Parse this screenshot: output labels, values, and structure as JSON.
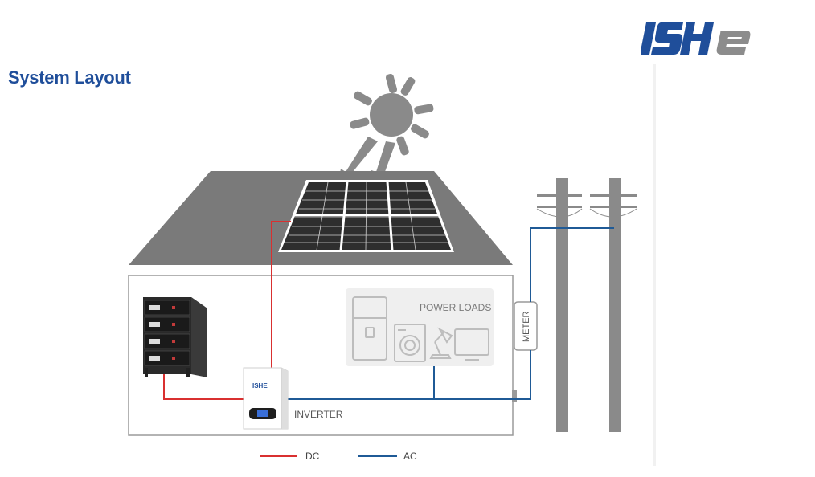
{
  "brand": {
    "logo_text": "ISHE",
    "brand_blue": "#1f4e9a",
    "brand_gray": "#8c8c8c"
  },
  "header": {
    "title": "System Layout"
  },
  "diagram": {
    "power_loads_label": "POWER LOADS",
    "meter_label": "METER",
    "inverter_label": "INVERTER",
    "dc_color": "#d93030",
    "ac_color": "#1f5a96",
    "icons": [
      "sun-icon",
      "solar-panel-icon",
      "battery-rack-icon",
      "inverter-icon",
      "refrigerator-icon",
      "washing-machine-icon",
      "desk-lamp-icon",
      "monitor-icon",
      "meter-icon",
      "utility-pole-icon"
    ]
  },
  "legend": {
    "items": [
      {
        "label": "DC",
        "color": "#d93030"
      },
      {
        "label": "AC",
        "color": "#1f5a96"
      }
    ]
  }
}
